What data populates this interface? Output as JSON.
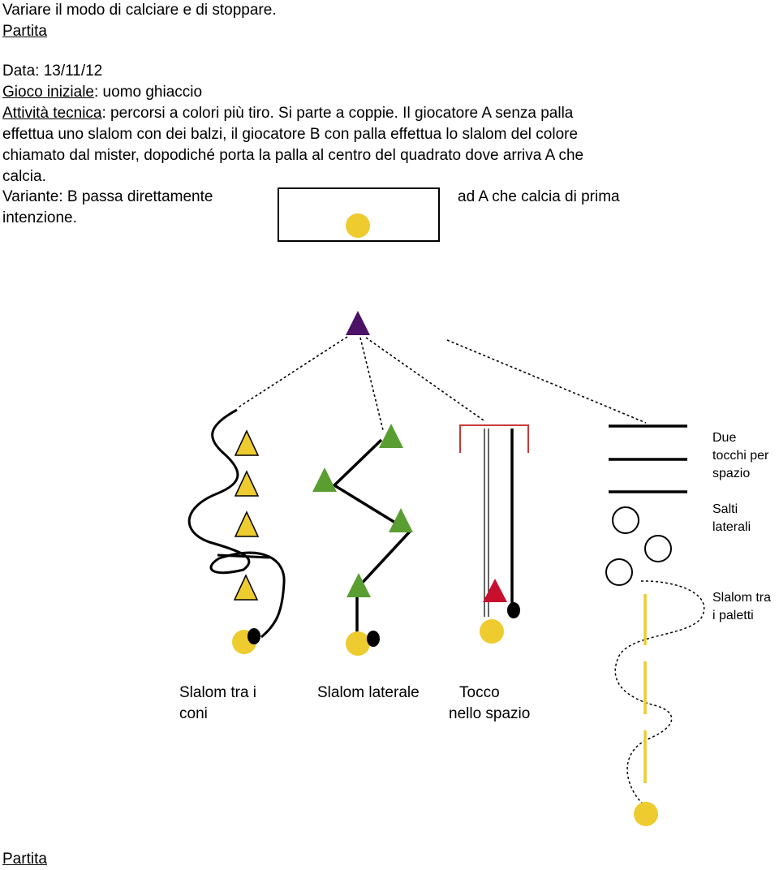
{
  "header": {
    "line1": "Variare il modo di calciare e di stoppare.",
    "link1": "Partita"
  },
  "session": {
    "data_label": "Data: 13/11/12",
    "gioco_label": "Gioco iniziale",
    "gioco_value": ": uomo ghiaccio",
    "attivita_label": "Attività tecnica",
    "attivita_line1": ": percorsi a colori più tiro. Si parte a coppie. Il giocatore A senza palla",
    "attivita_line2": "effettua uno slalom con dei balzi, il giocatore B con palla effettua lo slalom del colore",
    "attivita_line3": "chiamato dal mister, dopodiché porta la palla al centro del quadrato dove arriva A che",
    "attivita_line4": "calcia.",
    "variante_left": "Variante: B passa direttamente",
    "variante_right": "ad A che calcia di prima",
    "variante_line2": "intenzione."
  },
  "diagram": {
    "labels": {
      "slalom_coni_1": "Slalom tra i",
      "slalom_coni_2": "coni",
      "slalom_laterale": "Slalom laterale",
      "tocco_1": "Tocco",
      "tocco_2": "nello spazio",
      "due_1": "Due",
      "due_2": "tocchi per",
      "due_3": "spazio",
      "salti_1": "Salti",
      "salti_2": "laterali",
      "paletti_1": "Slalom tra",
      "paletti_2": "i paletti"
    },
    "colors": {
      "yellow": "#EECB2E",
      "green": "#5A9E32",
      "red": "#C8102E",
      "purple": "#4B1266",
      "lightred": "#C83A3A"
    }
  },
  "footer": {
    "link": "Partita"
  }
}
